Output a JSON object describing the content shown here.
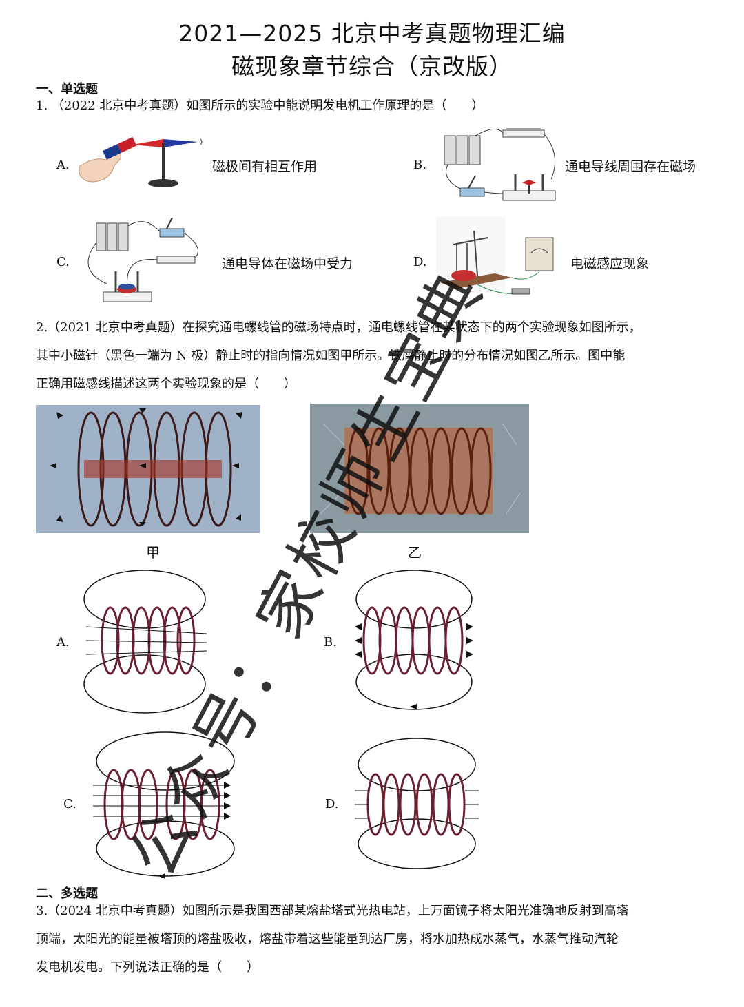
{
  "header": {
    "title_line1": "2021—2025 北京中考真题物理汇编",
    "title_line2": "磁现象章节综合（京改版）"
  },
  "sections": {
    "single_choice": "一、单选题",
    "multi_choice": "二、多选题"
  },
  "q1": {
    "stem": "1. （2022 北京中考真题）如图所示的实验中能说明发电机工作原理的是（　　）",
    "options": [
      {
        "label": "A.",
        "desc": "磁极间有相互作用"
      },
      {
        "label": "B.",
        "desc": "通电导线周围存在磁场"
      },
      {
        "label": "C.",
        "desc": "通电导体在磁场中受力"
      },
      {
        "label": "D.",
        "desc": "电磁感应现象"
      }
    ]
  },
  "q2": {
    "line1": "2.（2021 北京中考真题）在探究通电螺线管的磁场特点时，通电螺线管在某状态下的两个实验现象如图所示，",
    "line2": "其中小磁针（黑色一端为 N 极）静止时的指向情况如图甲所示。铁屑静止时的分布情况如图乙所示。图中能",
    "line3": "正确用磁感线描述这两个实验现象的是（　　）",
    "photo_captions": [
      "甲",
      "乙"
    ],
    "options": [
      "A.",
      "B.",
      "C.",
      "D."
    ]
  },
  "q3": {
    "line1": "3.（2024 北京中考真题）如图所示是我国西部某熔盐塔式光热电站，上万面镜子将太阳光准确地反射到高塔",
    "line2": "顶端，太阳光的能量被塔顶的熔盐吸收，熔盐带着这些能量到达厂房，将水加热成水蒸气，水蒸气推动汽轮",
    "line3": "发电机发电。下列说法正确的是（　　）"
  },
  "watermark": {
    "text": "公众号：家校师生宝典"
  }
}
